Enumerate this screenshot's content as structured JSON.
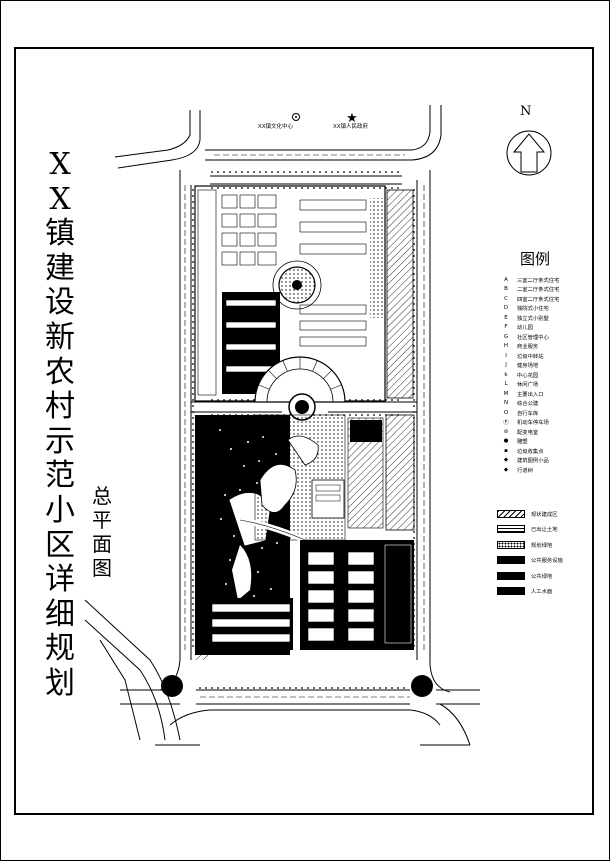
{
  "title": "XX镇建设新农村示范小区详细规划",
  "title_chars": [
    "X",
    "X",
    "镇",
    "建",
    "设",
    "新",
    "农",
    "村",
    "示",
    "范",
    "小",
    "区",
    "详",
    "细",
    "规",
    "划"
  ],
  "subtitle_chars": [
    "总",
    "平",
    "面",
    "图"
  ],
  "north": "N",
  "top_labels": {
    "culture_center": "XX镇文化中心",
    "government": "XX镇人民政府"
  },
  "legend_title": "图例",
  "legend": [
    {
      "key": "A",
      "text": "三室二厅条式住宅"
    },
    {
      "key": "B",
      "text": "二室二厅条式住宅"
    },
    {
      "key": "C",
      "text": "四室二厅条式住宅"
    },
    {
      "key": "D",
      "text": "独院式小住宅"
    },
    {
      "key": "E",
      "text": "独立式小别墅"
    },
    {
      "key": "F",
      "text": "幼儿园"
    },
    {
      "key": "G",
      "text": "社区管理中心"
    },
    {
      "key": "H",
      "text": "商业服务"
    },
    {
      "key": "I",
      "text": "垃圾中转站"
    },
    {
      "key": "J",
      "text": "健身场地"
    },
    {
      "key": "k",
      "text": "中心花园"
    },
    {
      "key": "L",
      "text": "休闲广场"
    },
    {
      "key": "M",
      "text": "主要出入口"
    },
    {
      "key": "N",
      "text": "综合公建"
    },
    {
      "key": "O",
      "text": "自行车库"
    },
    {
      "key": "Ⓟ",
      "text": "机动车停车场"
    },
    {
      "key": "⊘",
      "text": "配变电室"
    },
    {
      "key": "●",
      "text": "雕塑"
    },
    {
      "key": "▪",
      "text": "垃圾收集点"
    },
    {
      "key": "◆",
      "text": "建筑图例小品"
    },
    {
      "key": "◆",
      "text": "行道树"
    }
  ],
  "legend2": [
    {
      "text": "现状建成区",
      "pattern": "hatch"
    },
    {
      "text": "已出让土地",
      "pattern": "lines"
    },
    {
      "text": "规划绿地",
      "pattern": "dots"
    },
    {
      "text": "公共服务设施",
      "pattern": "solid"
    },
    {
      "text": "公共绿地",
      "pattern": "solid"
    },
    {
      "text": "人工水面",
      "pattern": "solid"
    }
  ]
}
